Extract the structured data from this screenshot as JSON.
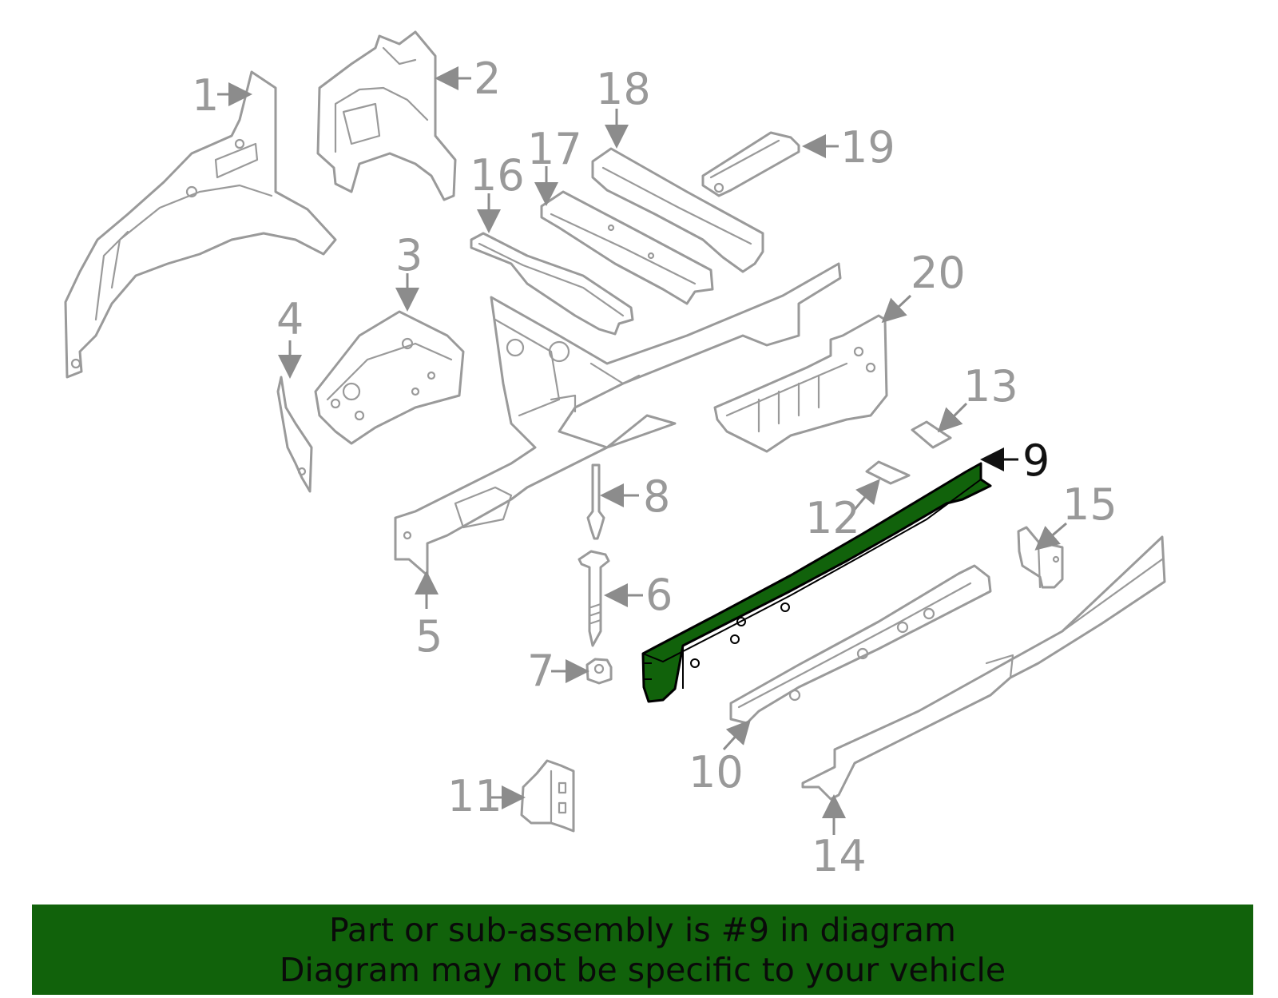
{
  "colors": {
    "highlight": "#11620b",
    "part_stroke": "#9a9a9a",
    "callout_text": "#999999",
    "active_callout": "#111111",
    "banner_background": "#11620b"
  },
  "diagram": {
    "highlighted_part": "9",
    "callouts": [
      "1",
      "2",
      "3",
      "4",
      "5",
      "6",
      "7",
      "8",
      "9",
      "10",
      "11",
      "12",
      "13",
      "14",
      "15",
      "16",
      "17",
      "18",
      "19",
      "20"
    ]
  },
  "banner": {
    "line1": "Part or sub-assembly is #9 in diagram",
    "line2": "Diagram may not be specific to your vehicle"
  }
}
